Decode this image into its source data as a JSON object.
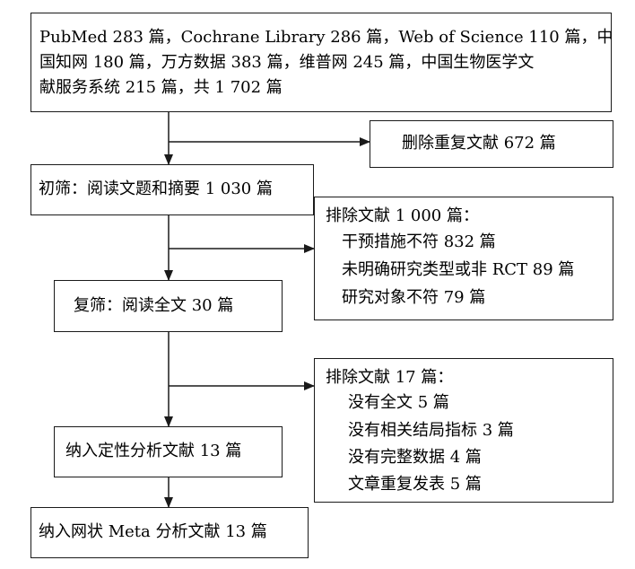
{
  "sources": {
    "line1": "PubMed 283 篇，Cochrane Library 286 篇，Web of Science 110 篇，中",
    "line2": "国知网 180 篇，万方数据 383 篇，维普网 245 篇，中国生物医学文",
    "line3": "献服务系统 215 篇，共 1 702 篇"
  },
  "duplicates": "删除重复文献 672 篇",
  "screening1": "初筛：阅读文题和摘要 1 030 篇",
  "exclusion1": {
    "title": "排除文献 1 000 篇：",
    "items": [
      "干预措施不符 832 篇",
      "未明确研究类型或非 RCT 89 篇",
      "研究对象不符 79 篇"
    ]
  },
  "screening2": "复筛：阅读全文 30 篇",
  "exclusion2": {
    "title": "排除文献 17 篇：",
    "items": [
      "没有全文 5 篇",
      "没有相关结局指标 3 篇",
      "没有完整数据 4 篇",
      "文章重复发表 5 篇"
    ]
  },
  "qualitative": "纳入定性分析文献 13 篇",
  "network_meta": "纳入网状 Meta 分析文献 13 篇"
}
